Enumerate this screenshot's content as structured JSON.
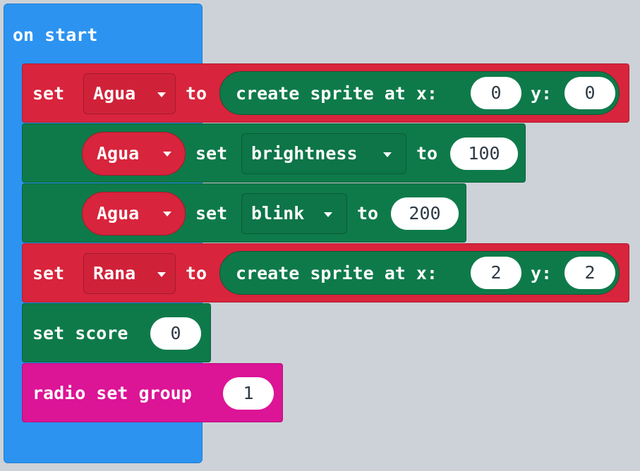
{
  "workspace": {
    "hat": {
      "label": "on start",
      "color": "#2c93f0"
    },
    "blocks": {
      "set_agua": {
        "set": "set",
        "variable": "Agua",
        "to": "to",
        "create": "create sprite at x:",
        "x": "0",
        "y_label": "y:",
        "y": "0",
        "color": "#d8243c"
      },
      "agua_brightness": {
        "sprite": "Agua",
        "set": "set",
        "property": "brightness",
        "to": "to",
        "value": "100",
        "color": "#0e7a4a"
      },
      "agua_blink": {
        "sprite": "Agua",
        "set": "set",
        "property": "blink",
        "to": "to",
        "value": "200"
      },
      "set_rana": {
        "set": "set",
        "variable": "Rana",
        "to": "to",
        "create": "create sprite at x:",
        "x": "2",
        "y_label": "y:",
        "y": "2"
      },
      "set_score": {
        "label": "set score",
        "value": "0"
      },
      "radio_group": {
        "label": "radio set group",
        "value": "1",
        "color": "#dc1496"
      }
    }
  }
}
